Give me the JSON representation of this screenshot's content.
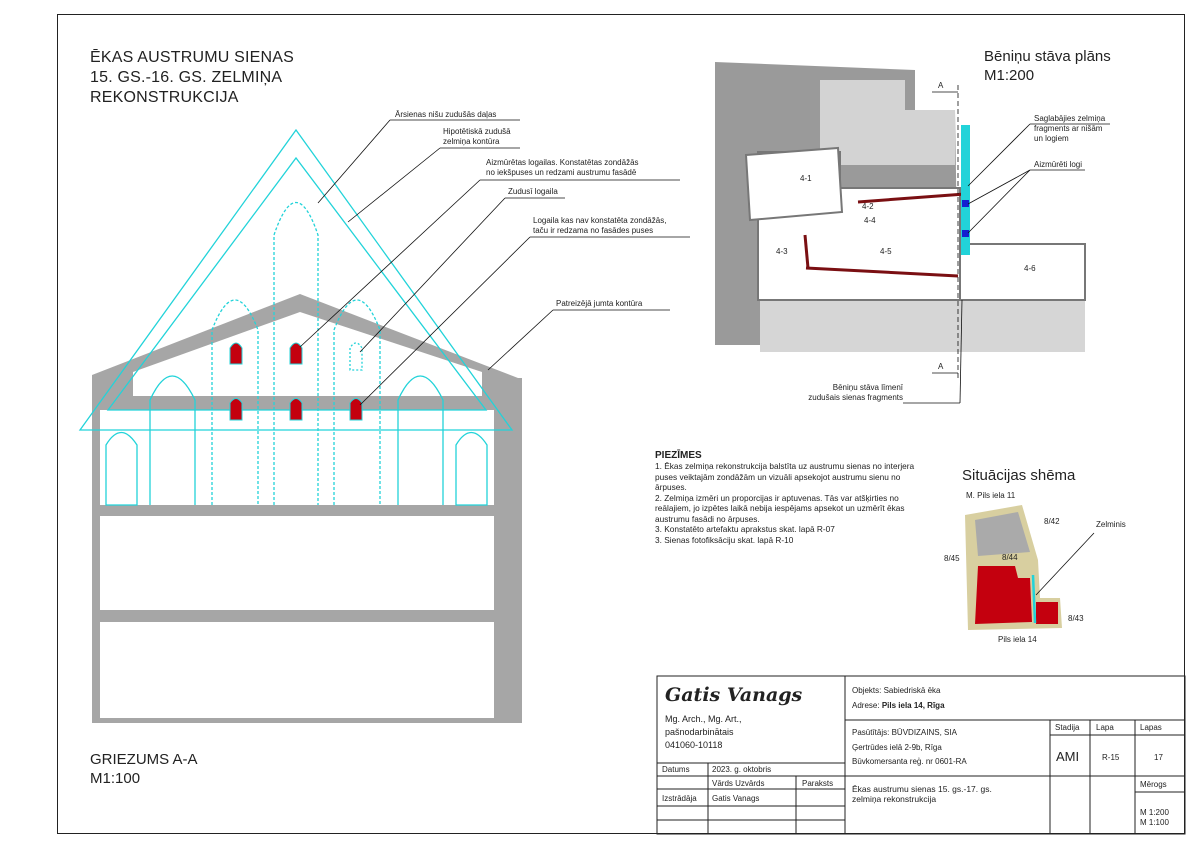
{
  "section_title": {
    "line1": "ĒKAS AUSTRUMU SIENAS",
    "line2": "15. GS.-16. GS. ZELMIŅA",
    "line3": "REKONSTRUKCIJA"
  },
  "section_label": {
    "name": "GRIEZUMS A-A",
    "scale": "M1:100"
  },
  "plan_title": {
    "name": "Bēniņu stāva plāns",
    "scale": "M1:200"
  },
  "situation_title": "Situācijas shēma",
  "annotations": {
    "a1": "Ārsienas nišu zudušās daļas",
    "a2_1": "Hipotētiskā zudušā",
    "a2_2": "zelmiņa kontūra",
    "a3_1": "Aizmūrētas logailas. Konstatētas zondāžās",
    "a3_2": "no iekšpuses un redzami austrumu fasādē",
    "a4": "Zudusī logaila",
    "a5_1": "Logaila kas nav konstatēta zondāžās,",
    "a5_2": "taču ir redzama no fasādes puses",
    "a6": "Patreizējā jumta kontūra"
  },
  "plan_annotations": {
    "p1_1": "Saglabājies zelmiņa",
    "p1_2": "fragments ar nišām",
    "p1_3": "un logiem",
    "p2": "Aizmūrēti logi",
    "p3_1": "Bēniņu stāva līmenī",
    "p3_2": "zudušais sienas fragments",
    "cut": "A",
    "rooms": [
      "4-1",
      "4-2",
      "4-3",
      "4-4",
      "4-5",
      "4-6"
    ]
  },
  "notes": {
    "heading": "PIEZĪMES",
    "lines": [
      "1. Ēkas zelmiņa rekonstrukcija balstīta uz austrumu sienas no interjera",
      "puses veiktajām zondāžām un vizuāli apsekojot austrumu sienu no",
      "ārpuses.",
      "2. Zelmiņa izmēri un proporcijas ir aptuvenas. Tās var atšķirties no",
      "reālajiem, jo izpētes laikā nebija iespējams apsekot un uzmērīt ēkas",
      "austrumu fasādi no ārpuses.",
      "3. Konstatēto artefaktu aprakstus skat.  lapā R-07",
      "3. Sienas fotofiksāciju skat. lapā R-10"
    ]
  },
  "situation": {
    "street_top": "M. Pils iela 11",
    "street_bottom": "Pils iela 14",
    "p842": "8/42",
    "p845": "8/45",
    "p844": "8/44",
    "p843": "8/43",
    "zelminis": "Zelminis"
  },
  "title_block": {
    "architect": "Gatis Vanags",
    "quals": "Mg. Arch., Mg. Art.,",
    "status": "pašnodarbinātais",
    "code": "041060-10118",
    "datums_label": "Datums",
    "datums": "2023. g. oktobris",
    "vards_label": "Vārds Uzvārds",
    "paraksts_label": "Paraksts",
    "izstradaja_label": "Izstrādāja",
    "izstradaja": "Gatis Vanags",
    "objekts_label": "Objekts:",
    "objekts": "Sabiedriskā ēka",
    "adrese_label": "Adrese:",
    "adrese": "Pils iela 14, Rīga",
    "pasutitajs_label": "Pasūtītājs:",
    "pasutitajs": "BŪVDIZAINS, SIA",
    "client_addr": "Ģertrūdes ielā 2-9b, Rīga",
    "client_reg": "Būvkomersanta reģ. nr 0601-RA",
    "sheet_title_1": "Ēkas austrumu sienas 15. gs.-17. gs.",
    "sheet_title_2": "zelmiņa rekonstrukcija",
    "stadija_label": "Stadija",
    "stadija": "AMI",
    "lapa_label": "Lapa",
    "lapa": "R-15",
    "lapas_label": "Lapas",
    "lapas": "17",
    "merogs_label": "Mērogs",
    "merogs_1": "M 1:200",
    "merogs_2": "M 1:100"
  },
  "colors": {
    "wall": "#a6a6a6",
    "cyan": "#22d3d9",
    "red": "#c4000e",
    "dark_red": "#7a0f12",
    "yellow_outline": "#d8cfa0",
    "blue": "#1420d0"
  }
}
